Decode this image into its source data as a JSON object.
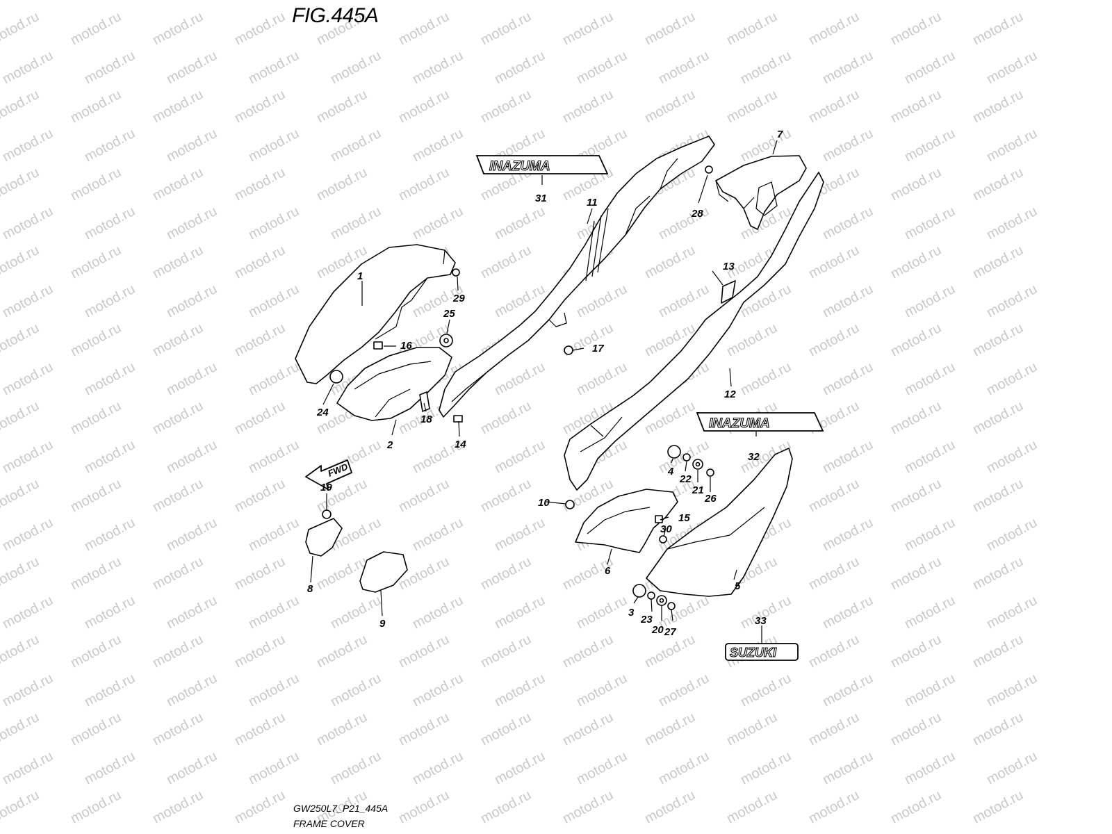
{
  "figure_title": "FIG.445A",
  "watermark_text": "motod.ru",
  "footer": {
    "code": "GW250L7_P21_445A",
    "name": "FRAME COVER"
  },
  "emblems": {
    "inazuma_upper": "INAZUMA",
    "inazuma_lower": "INAZUMA",
    "suzuki": "SUZUKI"
  },
  "direction_arrow": "FWD",
  "part_numbers": [
    "1",
    "2",
    "3",
    "4",
    "5",
    "6",
    "7",
    "8",
    "9",
    "10",
    "11",
    "12",
    "13",
    "14",
    "15",
    "16",
    "17",
    "18",
    "19",
    "20",
    "21",
    "22",
    "23",
    "24",
    "25",
    "26",
    "27",
    "28",
    "29",
    "30",
    "31",
    "32",
    "33"
  ],
  "colors": {
    "line": "#000000",
    "watermark": "#c9c9c9",
    "background": "#ffffff"
  }
}
